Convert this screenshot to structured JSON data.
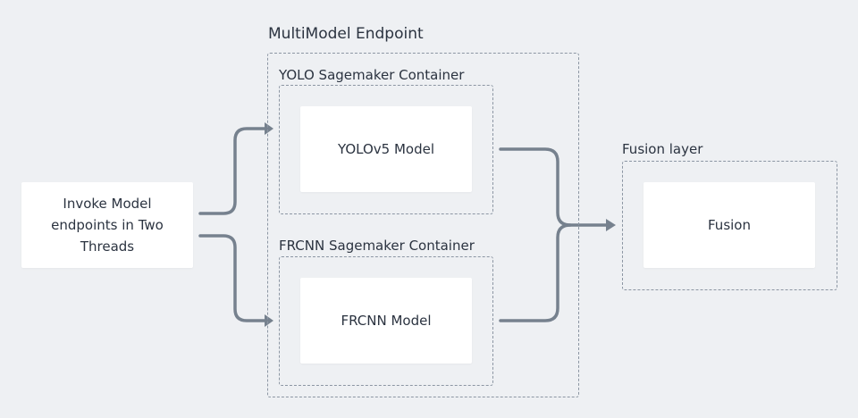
{
  "groups": {
    "multimodel": "MultiModel Endpoint",
    "yolo_container": "YOLO Sagemaker Container",
    "frcnn_container": "FRCNN Sagemaker Container",
    "fusion_layer": "Fusion layer"
  },
  "nodes": {
    "invoke": "Invoke Model endpoints in Two Threads",
    "yolo_model": "YOLOv5 Model",
    "frcnn_model": "FRCNN Model",
    "fusion": "Fusion"
  },
  "colors": {
    "background": "#eef0f3",
    "node_fill": "#ffffff",
    "connector": "#76818e",
    "dashed_border": "#8c96a3",
    "text": "#2b3340"
  }
}
